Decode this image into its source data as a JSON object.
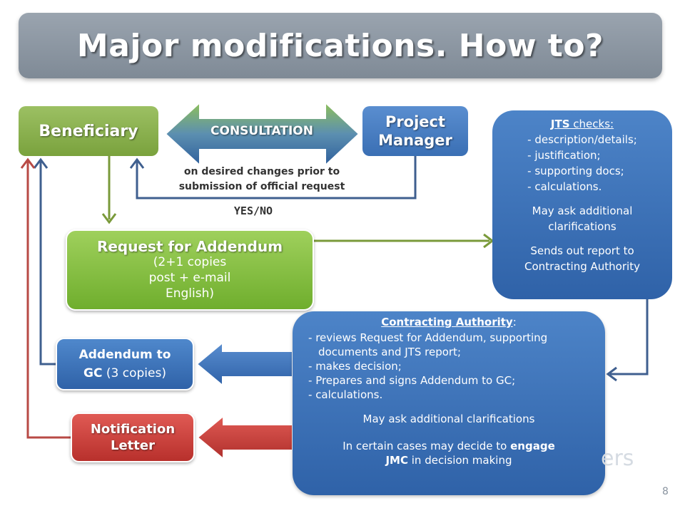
{
  "title": "Major modifications. How to?",
  "nodes": {
    "beneficiary": "Beneficiary",
    "consultation": "CONSULTATION",
    "project_manager": [
      "Project",
      "Manager"
    ],
    "consultation_note": [
      "on desired changes prior to",
      "submission of official request"
    ],
    "yes_no": "YES/NO",
    "request": {
      "title": "Request for Addendum",
      "lines": [
        "(2+1 copies",
        "post + e-mail",
        "English)"
      ]
    },
    "jts": {
      "heading_bold": "JTS",
      "heading_rest": " checks:",
      "items": [
        "description/details;",
        "justification;",
        "supporting docs;",
        "calculations."
      ],
      "note1": [
        "May ask additional",
        "clarifications"
      ],
      "note2": [
        "Sends out report to",
        "Contracting Authority"
      ]
    },
    "ca": {
      "heading": "Contracting Authority",
      "heading_suffix": ":",
      "items": [
        "reviews Request for Addendum, supporting documents and JTS report;",
        "makes decision;",
        "Prepares and signs Addendum to GC;",
        "calculations."
      ],
      "note1": "May ask additional clarifications",
      "note2_pre": "In certain cases may decide to ",
      "note2_bold1": "engage",
      "note2_bold2": "JMC",
      "note2_post": " in decision making"
    },
    "addendum": {
      "line1": "Addendum to",
      "line2_bold": "GC",
      "line2_rest": " (3 copies)"
    },
    "notification": [
      "Notification",
      "Letter"
    ]
  },
  "watermark": "ers",
  "page_number": "8",
  "colors": {
    "green": "#7aa23d",
    "blue": "#3a6fb4",
    "red": "#b8302c",
    "arrow_blue": "#3f5f8f",
    "arrow_green": "#7a9a3a",
    "arrow_red": "#b84a45"
  }
}
